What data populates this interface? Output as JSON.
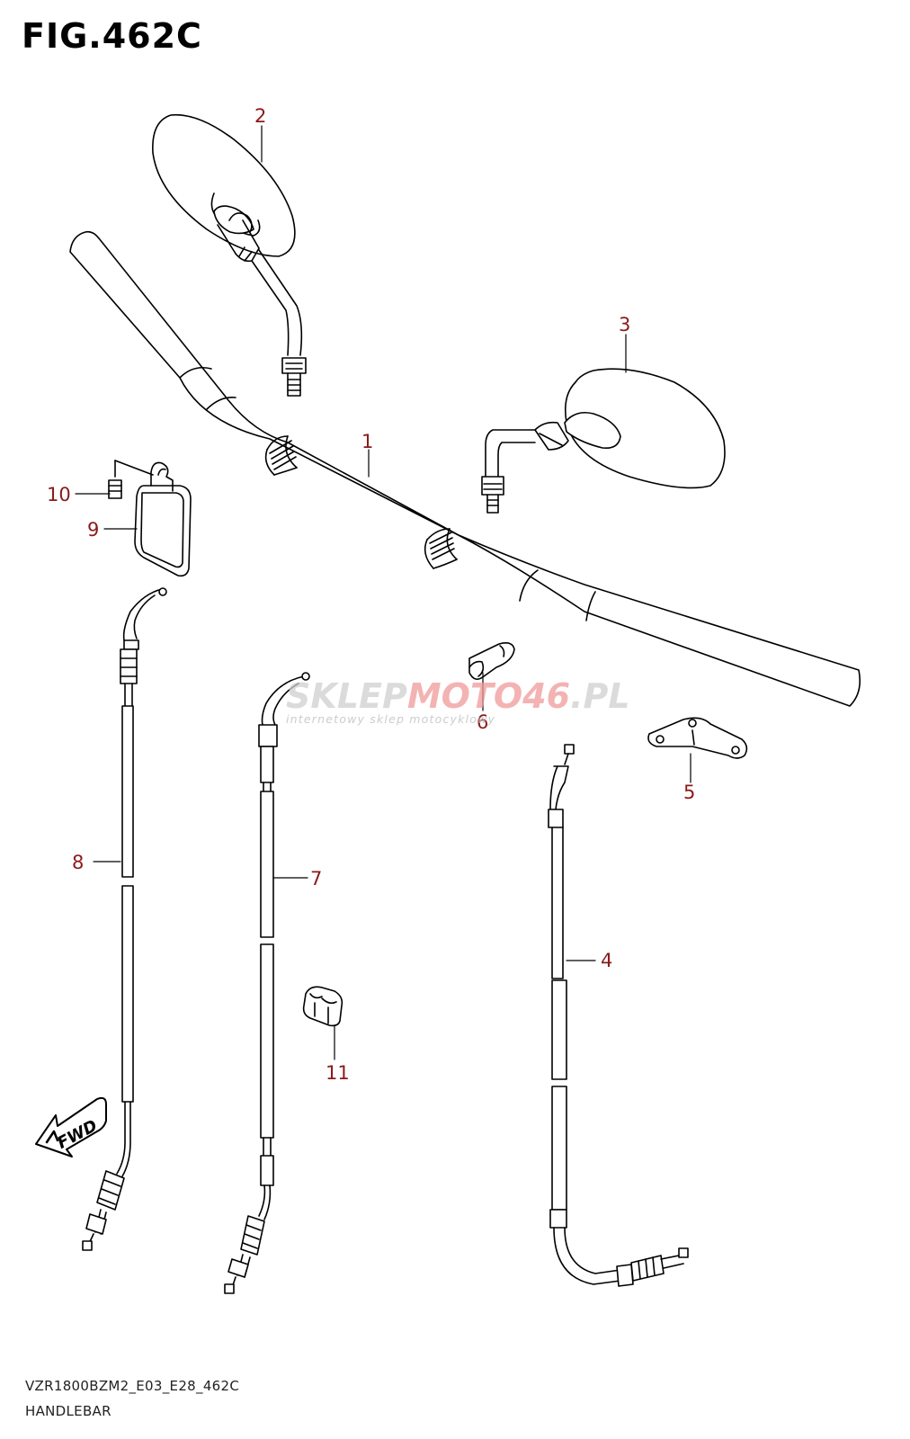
{
  "figure": {
    "title": "FIG.462C",
    "small_title": "FIG.462C",
    "model_code": "VZR1800BZM2_E03_E28_462C",
    "section_name": "HANDLEBAR"
  },
  "callouts": [
    "1",
    "2",
    "3",
    "4",
    "5",
    "6",
    "7",
    "8",
    "9",
    "10",
    "11"
  ],
  "fwd_label": "FWD",
  "watermark": {
    "brand_prefix": "SKLEP",
    "brand_accent": "MOTO46",
    "brand_suffix": ".PL",
    "tagline": "internetowy sklep motocyklowy"
  },
  "colors": {
    "line": "#000000",
    "callout": "#8b1a1a",
    "watermark": "#d0d0d0",
    "watermark_accent": "#ef9a9a"
  }
}
